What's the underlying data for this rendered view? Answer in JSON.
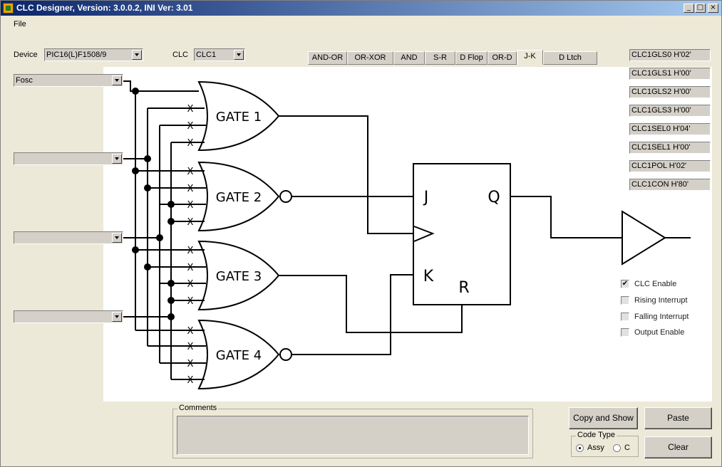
{
  "window": {
    "title": "CLC Designer, Version: 3.0.0.2, INI Ver: 3.01",
    "minimize": "_",
    "maximize": "□",
    "close": "×"
  },
  "menu": {
    "file": "File"
  },
  "device": {
    "label": "Device",
    "value": "PIC16(L)F1508/9"
  },
  "clc": {
    "label": "CLC",
    "value": "CLC1"
  },
  "inputs": [
    {
      "value": "Fosc"
    },
    {
      "value": ""
    },
    {
      "value": ""
    },
    {
      "value": ""
    }
  ],
  "tabs": [
    {
      "label": "AND-OR"
    },
    {
      "label": "OR-XOR"
    },
    {
      "label": "AND"
    },
    {
      "label": "S-R"
    },
    {
      "label": "D Flop"
    },
    {
      "label": "OR-D"
    },
    {
      "label": "J-K",
      "active": true
    },
    {
      "label": "D Ltch"
    }
  ],
  "diagram": {
    "gates": [
      "GATE 1",
      "GATE 2",
      "GATE 3",
      "GATE 4"
    ],
    "flipflop": {
      "j": "J",
      "q": "Q",
      "k": "K",
      "r": "R"
    },
    "disabled_input_mark": "X"
  },
  "registers": [
    "CLC1GLS0 H'02'",
    "CLC1GLS1 H'00'",
    "CLC1GLS2 H'00'",
    "CLC1GLS3 H'00'",
    "CLC1SEL0 H'04'",
    "CLC1SEL1 H'00'",
    "CLC1POL H'02'",
    "CLC1CON H'80'"
  ],
  "options": [
    {
      "label": "CLC Enable",
      "checked": true
    },
    {
      "label": "Rising Interrupt",
      "checked": false
    },
    {
      "label": "Falling Interrupt",
      "checked": false
    },
    {
      "label": "Output Enable",
      "checked": false
    }
  ],
  "comments": {
    "label": "Comments",
    "value": ""
  },
  "buttons": {
    "copy_show": "Copy and Show",
    "paste": "Paste",
    "clear": "Clear"
  },
  "code_type": {
    "label": "Code Type",
    "assy": "Assy",
    "c": "C",
    "selected": "assy"
  },
  "check_mark": "✔"
}
